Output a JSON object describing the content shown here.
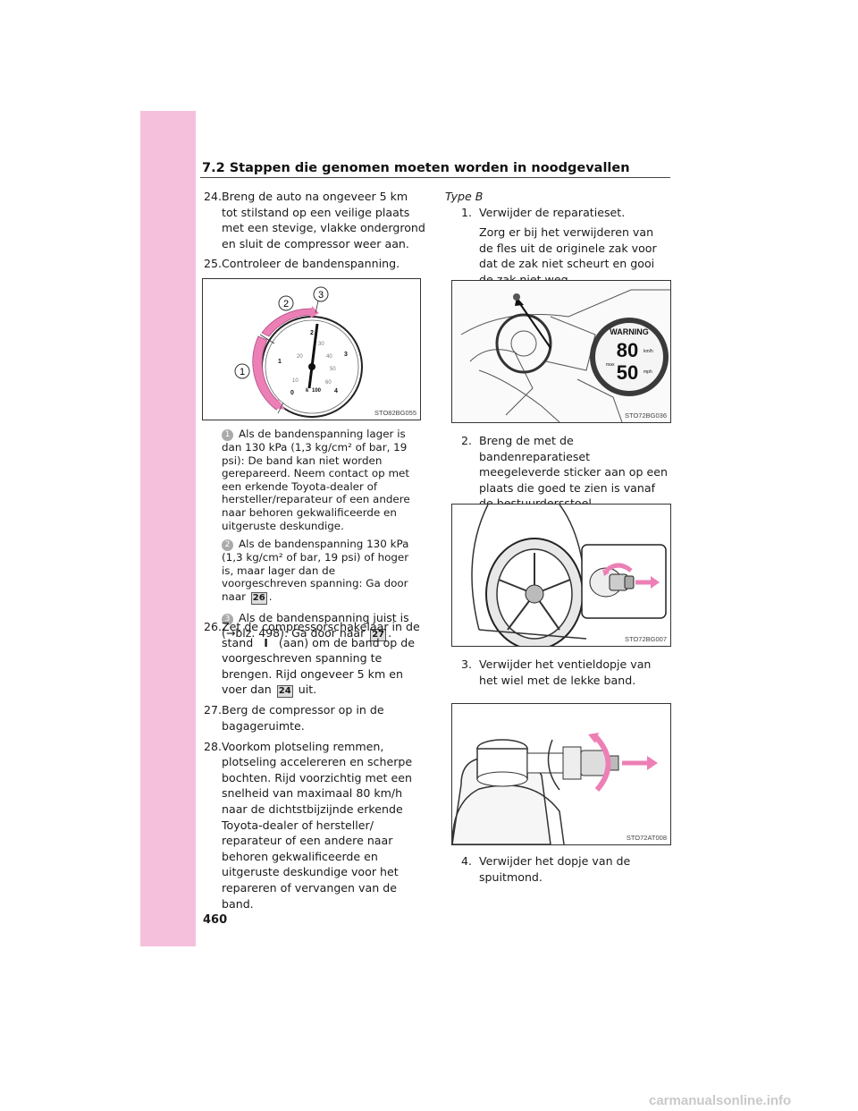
{
  "header": {
    "title": "7.2 Stappen die genomen moeten worden in noodgevallen"
  },
  "page_number": "460",
  "watermark": "carmanualsonline.info",
  "left": {
    "item24": {
      "num": "24.",
      "text": "Breng de auto na ongeveer 5 km tot stilstand op een veilige plaats met een stevige, vlakke ondergrond en sluit de compressor weer aan."
    },
    "item25": {
      "num": "25.",
      "text": "Controleer de bandenspanning."
    },
    "figure1": {
      "code": "STO82BG055",
      "c1": "1",
      "c2": "2",
      "c3": "3",
      "ticks": [
        "0",
        "1",
        "2",
        "3",
        "4"
      ],
      "inner_ticks": [
        "10",
        "20",
        "30",
        "40",
        "50",
        "60",
        "100"
      ],
      "unit": "k"
    },
    "step1": {
      "badge": "1",
      "text": "Als de bandenspanning lager is dan 130 kPa (1,3 kg/cm² of bar, 19 psi): De band kan niet worden gerepareerd. Neem contact op met een erkende Toyota-dealer of hersteller/reparateur of een andere naar behoren gekwalificeerde en uitgeruste deskundige."
    },
    "step2": {
      "badge": "2",
      "text": "Als de bandenspanning 130 kPa (1,3 kg/cm² of bar, 19 psi) of hoger is, maar lager dan de voorgeschreven spanning: Ga door naar",
      "ref": "26",
      "end": "."
    },
    "step3": {
      "badge": "3",
      "text": "Als de bandenspanning juist is (→blz. 498): Ga door naar",
      "ref": "27",
      "end": "."
    },
    "item26": {
      "num": "26.",
      "text_a": "Zet de compressorschakelaar in de stand",
      "switch": "I",
      "text_b": "(aan) om de band op de voorgeschreven spanning te brengen. Rijd ongeveer 5 km en voer dan",
      "ref": "24",
      "text_c": "uit."
    },
    "item27": {
      "num": "27.",
      "text": "Berg de compressor op in de bagageruimte."
    },
    "item28": {
      "num": "28.",
      "text": "Voorkom plotseling remmen, plotseling accelereren en scherpe bochten. Rijd voorzichtig met een snelheid van maximaal 80 km/h naar de dichtstbijzijnde erkende Toyota-dealer of hersteller/ reparateur of een andere naar behoren gekwalificeerde en uitgeruste deskundige voor het repareren of vervangen van de band."
    }
  },
  "right": {
    "type_label": "Type B",
    "item1": {
      "num": "1.",
      "text": "Verwijder de reparatieset.",
      "sub": "Zorg er bij het verwijderen van de fles uit de originele zak voor dat de zak niet scheurt en gooi de zak niet weg."
    },
    "figure2": {
      "code": "STO72BG036",
      "sticker_top": "WARNING",
      "max_kmh": "80",
      "max_mph": "50",
      "unit_kmh": "km/h",
      "unit_mph": "mph",
      "label_max": "max"
    },
    "item2": {
      "num": "2.",
      "text": "Breng de met de bandenreparatieset meegeleverde sticker aan op een plaats die goed te zien is vanaf de bestuurdersstoel."
    },
    "figure3": {
      "code": "STO72BG007"
    },
    "item3": {
      "num": "3.",
      "text": "Verwijder het ventieldopje van het wiel met de lekke band."
    },
    "figure4": {
      "code": "STO72AT008"
    },
    "item4": {
      "num": "4.",
      "text": "Verwijder het dopje van de spuitmond."
    }
  },
  "colors": {
    "sidebar": "#f5c0dc",
    "arrow": "#ec7fb5"
  }
}
